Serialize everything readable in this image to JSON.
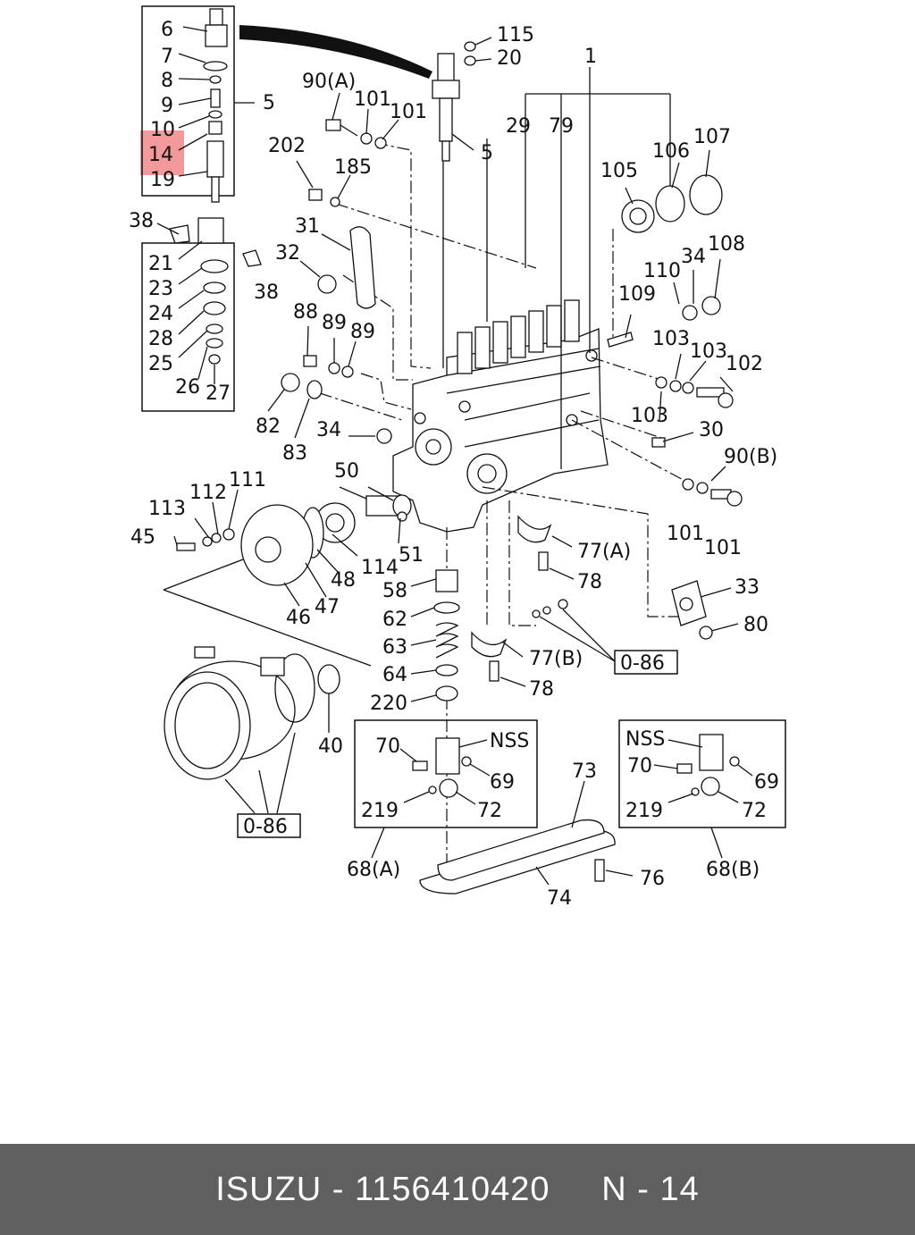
{
  "highlight_color": "#f3999b",
  "footer": {
    "brand": "ISUZU",
    "sep1": " - ",
    "part_number": "1156410420",
    "gap": "     ",
    "ref_label": "N",
    "sep2": " - ",
    "ref_number": "14"
  },
  "labels": {
    "l6": "6",
    "l7": "7",
    "l8": "8",
    "l9": "9",
    "l10": "10",
    "l14": "14",
    "l19": "19",
    "l5a": "5",
    "l38a": "38",
    "l38b": "38",
    "l21": "21",
    "l23": "23",
    "l24": "24",
    "l28": "28",
    "l25": "25",
    "l26": "26",
    "l27": "27",
    "l115": "115",
    "l20": "20",
    "l1": "1",
    "l90a": "90(A)",
    "l101a": "101",
    "l101b": "101",
    "l5b": "5",
    "l29": "29",
    "l79": "79",
    "l106": "106",
    "l107": "107",
    "l105": "105",
    "l202": "202",
    "l185": "185",
    "l31": "31",
    "l32": "32",
    "l34a": "34",
    "l108": "108",
    "l110": "110",
    "l109": "109",
    "l88": "88",
    "l89a": "89",
    "l89b": "89",
    "l103a": "103",
    "l103b": "103",
    "l102": "102",
    "l103c": "103",
    "l82": "82",
    "l83": "83",
    "l34b": "34",
    "l30": "30",
    "l90b": "90(B)",
    "l50": "50",
    "l111": "111",
    "l112": "112",
    "l113": "113",
    "l45": "45",
    "l101c": "101",
    "l101d": "101",
    "l77a": "77(A)",
    "l78a": "78",
    "l51": "51",
    "l114": "114",
    "l48": "48",
    "l47": "47",
    "l46": "46",
    "l58": "58",
    "l33": "33",
    "l62": "62",
    "l80": "80",
    "l63": "63",
    "l77b": "77(B)",
    "l086a": "0-86",
    "l64": "64",
    "l78b": "78",
    "l220": "220",
    "l40": "40",
    "l70a": "70",
    "lnssa": "NSS",
    "l69a": "69",
    "l219a": "219",
    "l72a": "72",
    "lnssb": "NSS",
    "l70b": "70",
    "l69b": "69",
    "l219b": "219",
    "l72b": "72",
    "l73": "73",
    "l086b": "0-86",
    "l68a": "68(A)",
    "l74": "74",
    "l76": "76",
    "l68b": "68(B)"
  }
}
